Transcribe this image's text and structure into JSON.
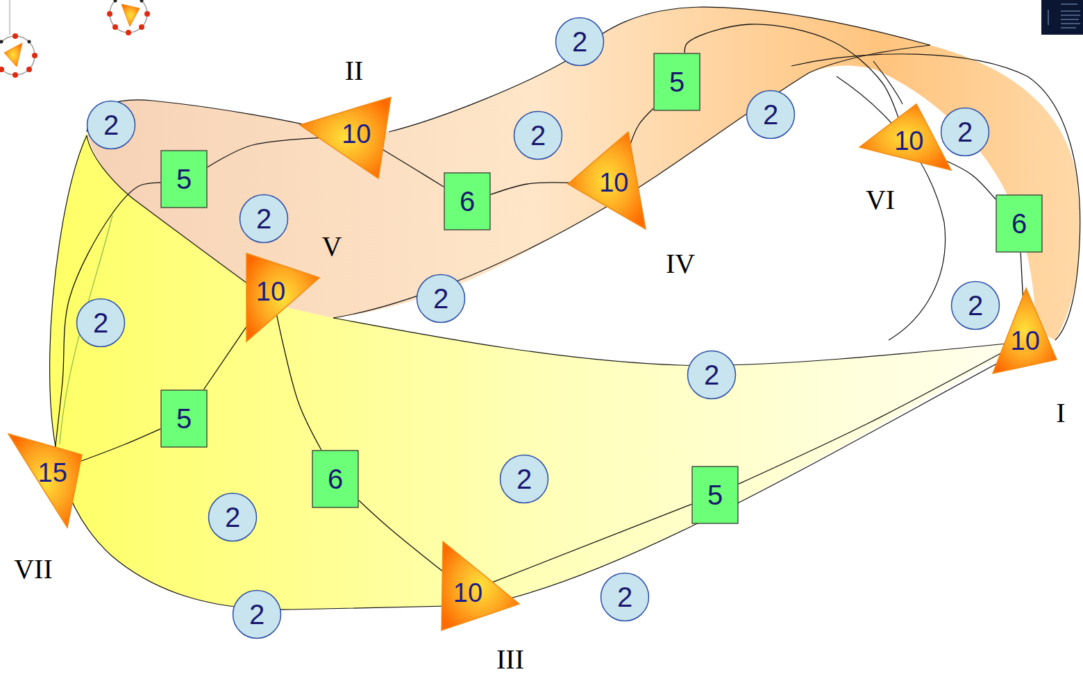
{
  "diagram": {
    "nodes": [
      {
        "text": [
          "2"
        ]
      },
      {
        "text": [
          "5"
        ]
      },
      {
        "text": [
          "2"
        ]
      },
      {
        "text": [
          "10",
          "II"
        ]
      },
      {
        "text": [
          "2"
        ]
      },
      {
        "text": [
          "2"
        ]
      },
      {
        "text": [
          "2"
        ]
      },
      {
        "text": [
          "10",
          "VI"
        ]
      },
      {
        "text": [
          "5"
        ]
      },
      {
        "text": [
          "10",
          "IV"
        ]
      },
      {
        "text": [
          "6"
        ]
      },
      {
        "text": [
          "2"
        ]
      },
      {
        "text": [
          "6"
        ]
      },
      {
        "text": [
          "10",
          "V"
        ]
      },
      {
        "text": [
          "2"
        ]
      },
      {
        "text": [
          "2"
        ]
      },
      {
        "text": [
          "2"
        ]
      },
      {
        "text": [
          "10",
          "I"
        ]
      },
      {
        "text": [
          "2"
        ]
      },
      {
        "text": [
          "5"
        ]
      },
      {
        "text": [
          "15",
          "VII"
        ]
      },
      {
        "text": [
          "6"
        ]
      },
      {
        "text": [
          "2"
        ]
      },
      {
        "text": [
          "5"
        ]
      },
      {
        "text": [
          "2"
        ]
      },
      {
        "text": [
          "10",
          "III"
        ]
      },
      {
        "text": [
          "2"
        ]
      },
      {
        "text": [
          "2"
        ]
      }
    ],
    "edges": [
      {
        "from": 3,
        "to": 8,
        "arrow": "none"
      },
      {
        "from": 8,
        "to": 20,
        "arrow": "none"
      },
      {
        "from": 3,
        "to": 10,
        "arrow": "none"
      },
      {
        "from": 10,
        "to": 9,
        "arrow": "none"
      },
      {
        "from": 9,
        "to": 1,
        "arrow": "none"
      },
      {
        "from": 1,
        "to": 7,
        "arrow": "none"
      },
      {
        "from": 17,
        "to": 12,
        "arrow": "none"
      },
      {
        "from": 12,
        "to": 7,
        "arrow": "none"
      },
      {
        "from": 13,
        "to": 19,
        "arrow": "none"
      },
      {
        "from": 19,
        "to": 20,
        "arrow": "none"
      },
      {
        "from": 13,
        "to": 21,
        "arrow": "none"
      },
      {
        "from": 21,
        "to": 25,
        "arrow": "none"
      },
      {
        "from": 25,
        "to": 23,
        "arrow": "none"
      },
      {
        "from": 23,
        "to": 17,
        "arrow": "none"
      }
    ]
  }
}
